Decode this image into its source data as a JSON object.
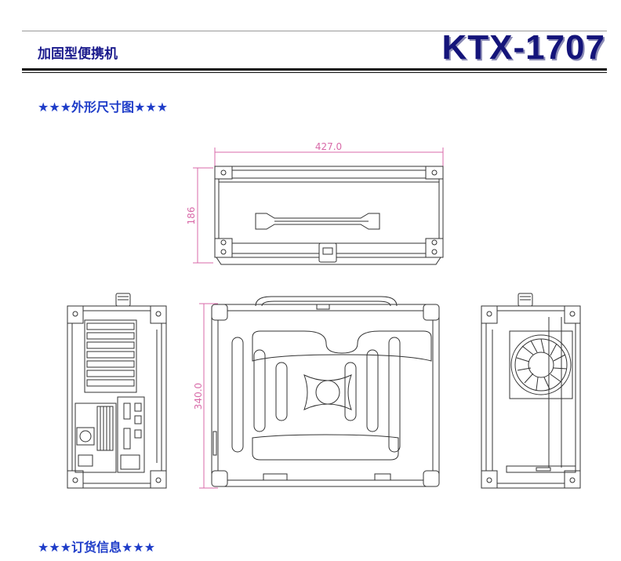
{
  "header": {
    "subtitle": "加固型便携机",
    "model": "KTX-1707"
  },
  "sections": {
    "dimensions_title": "★★★外形尺寸图★★★",
    "ordering_title": "★★★订货信息★★★"
  },
  "drawing": {
    "width_label": "427.0",
    "top_height_label": "186",
    "front_height_label": "340.0"
  },
  "colors": {
    "brand": "#14147a",
    "section": "#1e3cc8",
    "dimension": "#d86aa8"
  }
}
